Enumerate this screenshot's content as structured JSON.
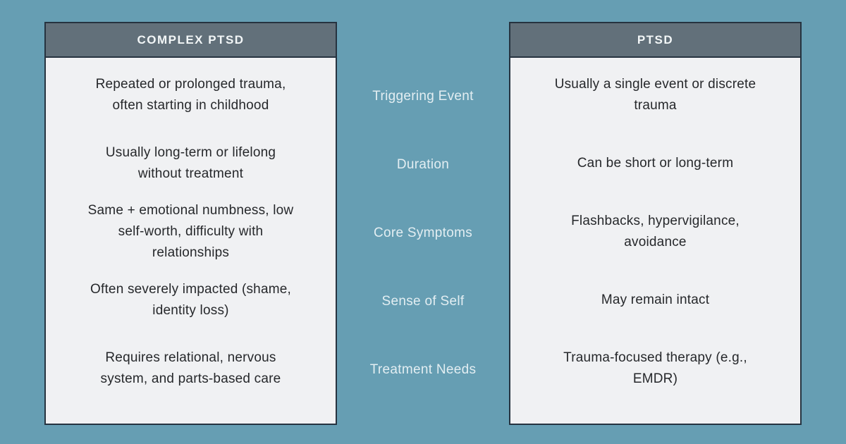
{
  "colors": {
    "background": "#669eb3",
    "header-bg": "#62707a",
    "card-bg": "#f0f1f3",
    "card-border": "#263340",
    "header-text": "#f2f6f7",
    "category-text": "#e3eef2",
    "body-text": "#26282b"
  },
  "left_card": {
    "header": "COMPLEX PTSD",
    "cells": [
      "Repeated or prolonged trauma,\noften starting in childhood",
      "Usually long-term or lifelong\nwithout treatment",
      "Same + emotional numbness, low\nself-worth, difficulty with\nrelationships",
      "Often severely impacted (shame,\nidentity loss)",
      "Requires relational, nervous\nsystem, and parts-based care"
    ]
  },
  "categories": [
    "Triggering Event",
    "Duration",
    "Core Symptoms",
    "Sense of Self",
    "Treatment Needs"
  ],
  "right_card": {
    "header": "PTSD",
    "cells": [
      "Usually a single event or discrete\ntrauma",
      "Can be short or long-term",
      "Flashbacks, hypervigilance,\navoidance",
      "May remain intact",
      "Trauma-focused therapy (e.g.,\nEMDR)"
    ]
  }
}
